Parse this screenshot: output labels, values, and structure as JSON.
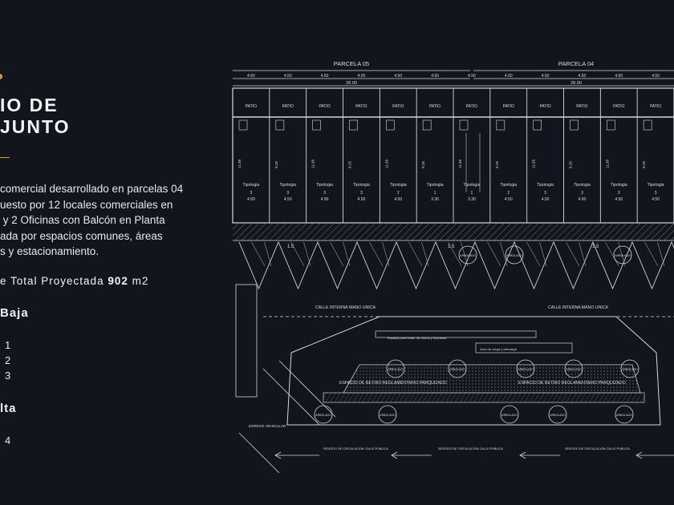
{
  "panel": {
    "title_line1": "IO DE",
    "title_line2": "JUNTO",
    "description_lines": [
      "comercial desarrollado en parcelas 04",
      "uesto por 12 locales comerciales en",
      " y 2 Oficinas con Balcón en Planta",
      "ada por espacios comunes, áreas",
      "s y estacionamiento."
    ],
    "surface_label": "e Total Proyectada",
    "surface_value": "902",
    "surface_unit": "m2",
    "level_low": "Baja",
    "level_low_items": [
      "1",
      "2",
      "3"
    ],
    "level_high": "lta",
    "level_high_items": [
      "4"
    ]
  },
  "plan": {
    "parcel_a": "PARCELA 05",
    "parcel_b": "PARCELA 04",
    "parcel_a_width": "28.00",
    "parcel_b_width": "28.00",
    "module_width": "4.50",
    "module_width_first": "4.60",
    "patio_label": "PATIO",
    "depth_a": "11.95",
    "depth_b": "9.25",
    "tipologia_label": "Tipologia",
    "tipologia_values": [
      "3",
      "3",
      "3",
      "3",
      "2",
      "1",
      "1",
      "2",
      "3",
      "3",
      "3",
      "3"
    ],
    "tipologia_widths": [
      "4.60",
      "4.50",
      "4.50",
      "4.50",
      "4.50",
      "3.30",
      "3.30",
      "4.50",
      "4.50",
      "4.50",
      "4.50",
      "4.50"
    ],
    "street_internal": "CALLE INTERNA MANO UNICA",
    "retiro_label": "ESPACIO DE RETIRO REGLAMENTARIO PARQUIZADO",
    "arbolado_label": "ARBOLADO",
    "egreso_label": "EGRESO VEHICULAR",
    "sentido_label": "SENTIDO DE CIRCULACION CALLE PUBLICA",
    "motos_label": "Espacio para estac. de motos y bicicletas",
    "carga_label": "Area de carga y descarga",
    "parking_numbers": [
      "1.5",
      "1.5"
    ]
  },
  "colors": {
    "background": "#12151d",
    "accent": "#c8a24a",
    "line": "#d8d8d8"
  }
}
